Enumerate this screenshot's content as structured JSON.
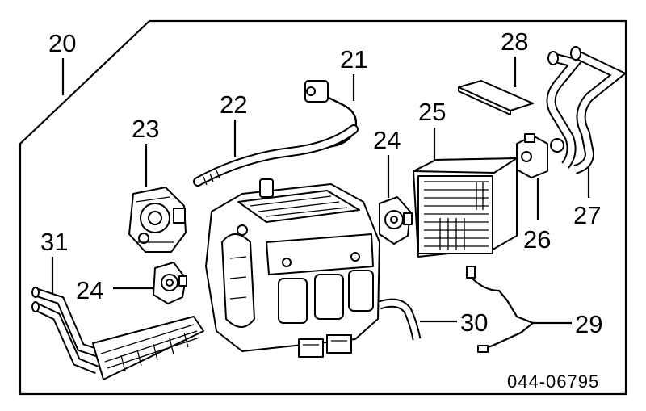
{
  "labels": {
    "l20": "20",
    "l21": "21",
    "l22": "22",
    "l23": "23",
    "l24a": "24",
    "l24b": "24",
    "l25": "25",
    "l26": "26",
    "l27": "27",
    "l28": "28",
    "l29": "29",
    "l30": "30",
    "l31": "31"
  },
  "diagram_code": "044-06795"
}
